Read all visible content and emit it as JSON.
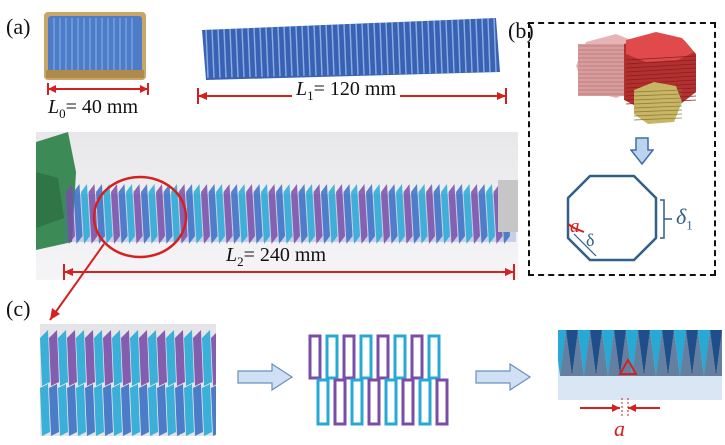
{
  "panels": {
    "a": {
      "label": "(a)"
    },
    "b": {
      "label": "(b)"
    },
    "c": {
      "label": "(c)"
    }
  },
  "dimensions": {
    "L0": {
      "symbol": "L",
      "sub": "0",
      "value": "= 40 mm"
    },
    "L1": {
      "symbol": "L",
      "sub": "1",
      "value": "= 120 mm"
    },
    "L2": {
      "symbol": "L",
      "sub": "2",
      "value": "= 240 mm"
    }
  },
  "octagon": {
    "a_label": "a",
    "delta_label": "δ",
    "delta1_symbol": "δ",
    "delta1_sub": "1"
  },
  "detail": {
    "a_label": "a"
  },
  "colors": {
    "blue": "#3b6fc4",
    "purple": "#7a4ea8",
    "cyan": "#27a9d6",
    "red": "#d62020",
    "glove": "#3c8a55",
    "octagon_stroke": "#2f5f8a"
  }
}
